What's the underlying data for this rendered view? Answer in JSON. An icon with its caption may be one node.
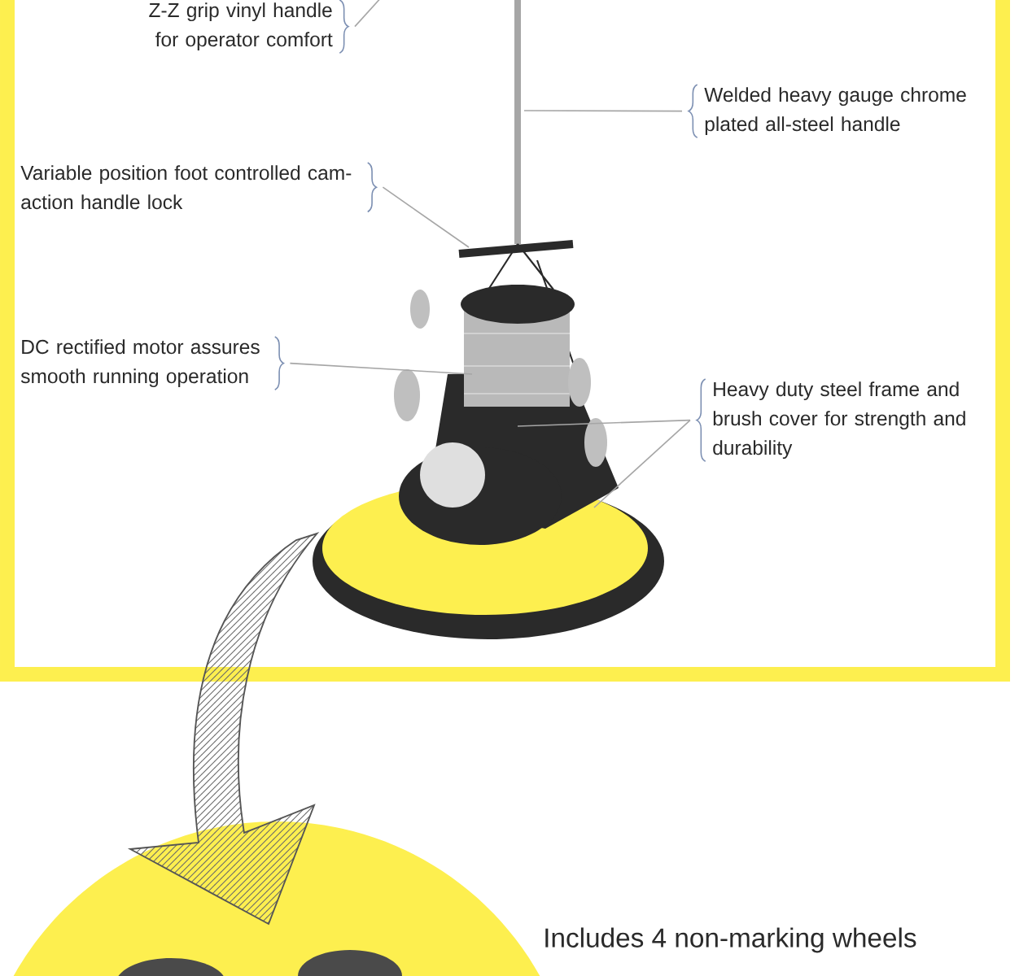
{
  "diagram": {
    "nodes": [
      {
        "text": [
          "Z-Z grip vinyl handle for operator comfort"
        ]
      },
      {
        "text": [
          "Welded heavy gauge chrome plated all-steel handle"
        ]
      },
      {
        "text": [
          "Variable position foot controlled cam-action handle lock"
        ]
      },
      {
        "text": [
          "DC rectified motor assures smooth running operation"
        ]
      },
      {
        "text": [
          "Heavy duty steel frame and brush cover for strength and durability"
        ]
      },
      {
        "text": [],
        "shape": "picture"
      },
      {
        "text": [],
        "shape": "circle",
        "beside": [
          "Includes 4 non-marking wheels"
        ]
      }
    ],
    "edges": [
      {
        "from": 0,
        "to": 5,
        "arrow": "none"
      },
      {
        "from": 1,
        "to": 5,
        "arrow": "none"
      },
      {
        "from": 2,
        "to": 5,
        "arrow": "none"
      },
      {
        "from": 3,
        "to": 5,
        "arrow": "none"
      },
      {
        "from": 4,
        "to": 5,
        "arrow": "none"
      },
      {
        "from": 4,
        "to": 5,
        "arrow": "none"
      },
      {
        "from": 5,
        "to": 6,
        "arrow": "to"
      }
    ]
  }
}
